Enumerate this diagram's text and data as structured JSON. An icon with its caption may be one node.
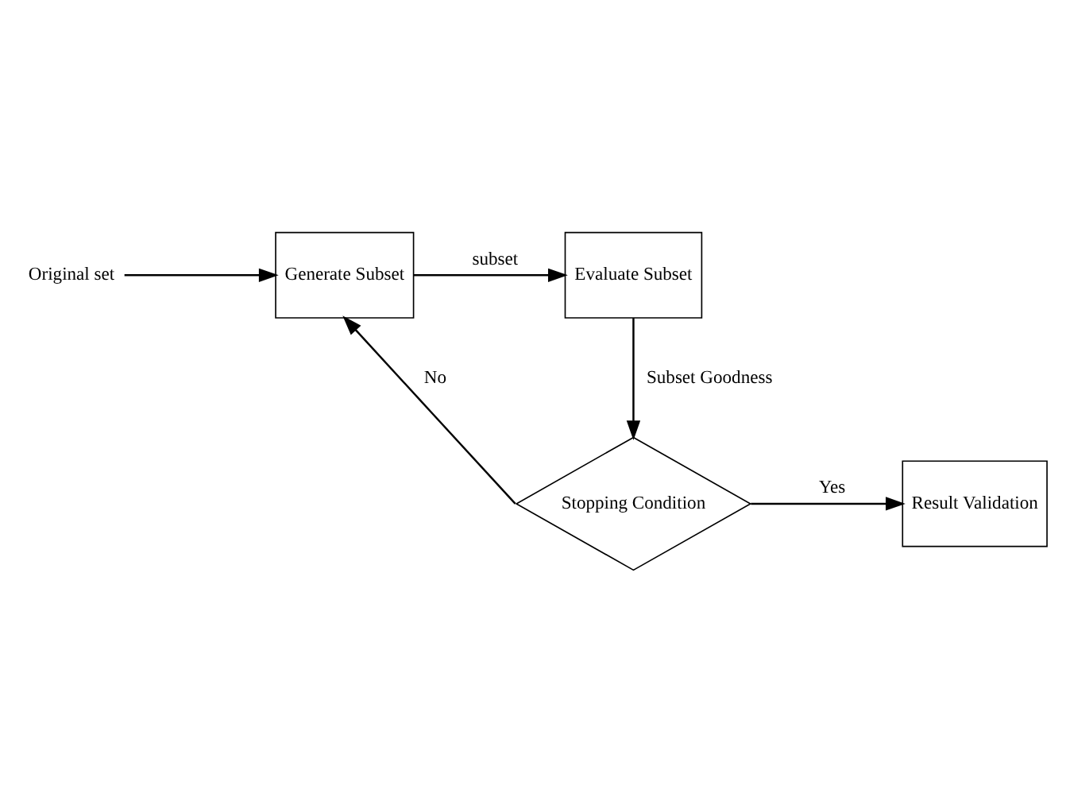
{
  "diagram": {
    "nodes": [
      {
        "text": [
          "Original set"
        ]
      },
      {
        "text": [
          "Generate Subset"
        ]
      },
      {
        "text": [
          "Evaluate Subset"
        ]
      },
      {
        "text": [
          "Stopping Condition"
        ]
      },
      {
        "text": [
          "Result Validation"
        ]
      }
    ],
    "edges": [
      {
        "from": 0,
        "to": 1,
        "arrow": "to"
      },
      {
        "from": 1,
        "to": 2,
        "arrow": "to",
        "label": "subset"
      },
      {
        "from": 2,
        "to": 3,
        "arrow": "to",
        "label": "Subset Goodness"
      },
      {
        "from": 3,
        "to": 1,
        "arrow": "to",
        "label": "No"
      },
      {
        "from": 3,
        "to": 4,
        "arrow": "to",
        "label": "Yes"
      }
    ]
  }
}
